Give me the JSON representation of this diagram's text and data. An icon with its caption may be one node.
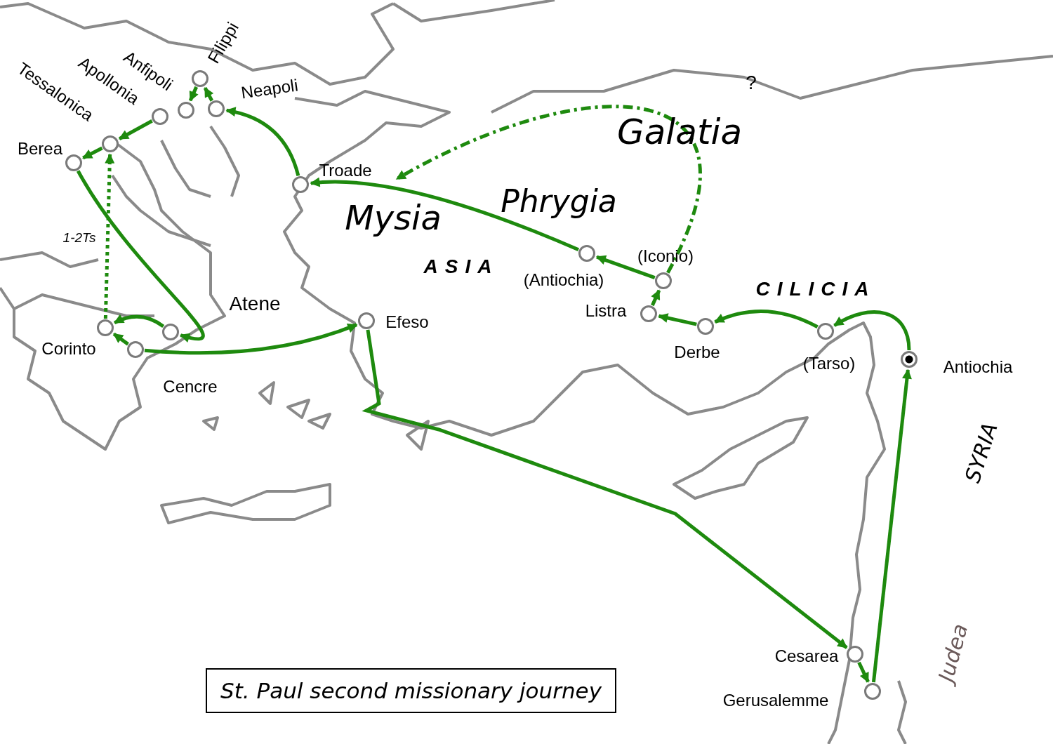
{
  "diagram": {
    "title": "St. Paul second missionary journey",
    "nodes": [
      {
        "text": [
          "Filippi"
        ]
      },
      {
        "text": [
          "Neapoli"
        ]
      },
      {
        "text": [
          "Anfipoli"
        ]
      },
      {
        "text": [
          "Apollonia"
        ]
      },
      {
        "text": [
          "Tessalonica"
        ]
      },
      {
        "text": [
          "Berea"
        ]
      },
      {
        "text": [
          "Troade"
        ]
      },
      {
        "text": [
          "(Iconio)"
        ]
      },
      {
        "text": [
          "(Antiochia)"
        ]
      },
      {
        "text": [
          "Listra"
        ]
      },
      {
        "text": [
          "Atene"
        ]
      },
      {
        "text": [
          "Efeso"
        ]
      },
      {
        "text": [
          "Corinto"
        ]
      },
      {
        "text": [
          "Derbe"
        ]
      },
      {
        "text": [
          "(Tarso)"
        ]
      },
      {
        "text": [
          "Cencre"
        ]
      },
      {
        "text": [
          "Antiochia"
        ]
      },
      {
        "text": [
          "Cesarea"
        ]
      },
      {
        "text": [
          "Gerusalemme"
        ]
      }
    ],
    "edges": [
      {
        "from": 16,
        "to": 14,
        "arrow": "to"
      },
      {
        "from": 14,
        "to": 13,
        "arrow": "to"
      },
      {
        "from": 13,
        "to": 9,
        "arrow": "to"
      },
      {
        "from": 9,
        "to": 7,
        "arrow": "to"
      },
      {
        "from": 7,
        "to": 8,
        "arrow": "to"
      },
      {
        "from": 8,
        "to": 6,
        "arrow": "to"
      },
      {
        "from": 7,
        "to": 6,
        "arrow": "to",
        "style": "dashed"
      },
      {
        "from": 6,
        "to": 1,
        "arrow": "to"
      },
      {
        "from": 1,
        "to": 0,
        "arrow": "to"
      },
      {
        "from": 0,
        "to": 2,
        "arrow": "to"
      },
      {
        "from": 3,
        "to": 4,
        "arrow": "to"
      },
      {
        "from": 4,
        "to": 5,
        "arrow": "to"
      },
      {
        "from": 5,
        "to": 10,
        "arrow": "to"
      },
      {
        "from": 10,
        "to": 12,
        "arrow": "to"
      },
      {
        "from": 15,
        "to": 12,
        "arrow": "to"
      },
      {
        "from": 15,
        "to": 11,
        "arrow": "to"
      },
      {
        "from": 11,
        "to": 17,
        "arrow": "to"
      },
      {
        "from": 17,
        "to": 18,
        "arrow": "to"
      },
      {
        "from": 18,
        "to": 16,
        "arrow": "to"
      },
      {
        "from": 12,
        "to": 4,
        "arrow": "to",
        "style": "dashed",
        "label": "1-2Ts"
      }
    ],
    "labels": [
      "?",
      "Galatia",
      "Phrygia",
      "Mysia",
      "ASIA",
      "CILICIA",
      "SYRIA",
      "Judea"
    ]
  }
}
